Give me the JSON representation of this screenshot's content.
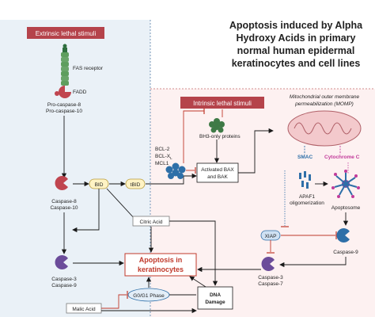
{
  "title": [
    "Apoptosis induced by Alpha",
    "Hydroxy Acids in primary",
    "normal human epidermal",
    "keratinocytes and cell lines"
  ],
  "extrinsic": {
    "label": "Extrinsic lethal stimuli",
    "fas_receptor": "FAS receptor",
    "fadd": "FADD",
    "procaspase": [
      "Pro-caspase-8",
      "Pro-caspase-10"
    ],
    "caspase_8_10": [
      "Caspase-8",
      "Caspase-10"
    ],
    "bid": "BID",
    "caspase_3_9": [
      "Caspase-3",
      "Caspase-9"
    ]
  },
  "intrinsic": {
    "label": "Intrinsic lethal stimuli",
    "bh3": "BH3-only proteins",
    "bcl": [
      "BCL-2",
      "BCL-X",
      "MCL1"
    ],
    "bcl_xl_sub": "L",
    "bax": [
      "Activated BAX",
      "and BAK"
    ],
    "tbid": "tBID",
    "momp": [
      "Mitochondrial outer membrane",
      "permeabilization (MOMP)"
    ],
    "smac": "SMAC",
    "cyto_c": "Cytochrome C",
    "apaf1": [
      "APAF1",
      "oligomerization"
    ],
    "apoptosome": "Apoptosome",
    "xiap": "XIAP",
    "caspase_9": "Caspase-9",
    "caspase_3_7": [
      "Caspase-3",
      "Caspase-7"
    ]
  },
  "bottom": {
    "apoptosis": [
      "Apoptosis in",
      "keratinocytes"
    ],
    "citric_acid": "Citric Acid",
    "malic_acid": "Malic Acid",
    "g0g1": "G0/G1 Phase",
    "dna_damage": [
      "DNA",
      "Damage"
    ]
  },
  "colors": {
    "stimuli_box": "#b5434b",
    "arrow": "#1a1a1a",
    "inhibit": "#c0392b",
    "caspase": "#c0454f",
    "caspase_purple": "#6b4c9a",
    "smac": "#2e6fa8",
    "cytochrome": "#c23b9a",
    "receptor": "#6aa56a",
    "left_panel": "#eaf1f7",
    "right_panel": "#fdf1f1"
  }
}
